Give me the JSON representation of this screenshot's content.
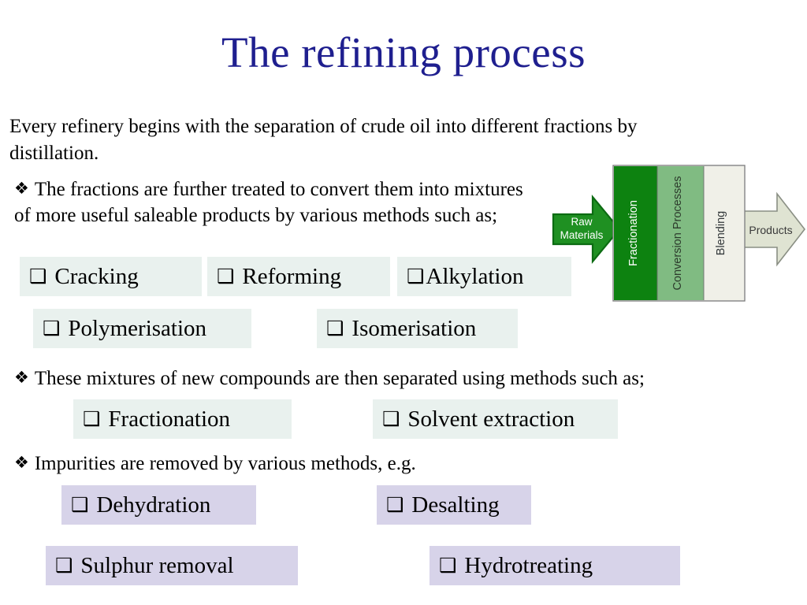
{
  "slide": {
    "title": "The refining process",
    "title_color": "#1f1f8f",
    "background": "#ffffff",
    "intro": "Every refinery begins with the separation of crude oil into different fractions by distillation."
  },
  "bullets": [
    {
      "marker": "❖",
      "text": "The fractions are further treated to convert them into mixtures of more useful saleable products by various methods such as;"
    },
    {
      "marker": "❖",
      "text": "These mixtures of new compounds are then separated using methods such as;"
    },
    {
      "marker": "❖",
      "text": "Impurities are removed by various methods, e.g."
    }
  ],
  "options": {
    "checkbox_glyph": "❑",
    "mint_color": "#e9f1ee",
    "lilac_color": "#d7d3e9",
    "conversion_methods": [
      "Cracking",
      "Reforming",
      "Alkylation",
      "Polymerisation",
      "Isomerisation"
    ],
    "separation_methods": [
      "Fractionation",
      "Solvent extraction"
    ],
    "impurity_methods": [
      "Dehydration",
      "Desalting",
      "Sulphur removal",
      "Hydrotreating"
    ]
  },
  "diagram": {
    "input_arrow": {
      "line1": "Raw",
      "line2": "Materials",
      "fill": "#1f9022",
      "stroke": "#0c6b12",
      "text_color": "#ffffff"
    },
    "stages": [
      {
        "label": "Fractionation",
        "fill": "#0d8210",
        "text_color": "#ffffff"
      },
      {
        "label": "Conversion Processes",
        "fill": "#80bb82",
        "text_color": "#2c3b2c"
      },
      {
        "label": "Blending",
        "fill": "#f0f0e8",
        "text_color": "#33383a"
      }
    ],
    "output_arrow": {
      "label": "Products",
      "fill": "#dfe3d2",
      "stroke": "#8a8f84",
      "text_color": "#3a3a3a"
    },
    "border_color": "#808080"
  }
}
